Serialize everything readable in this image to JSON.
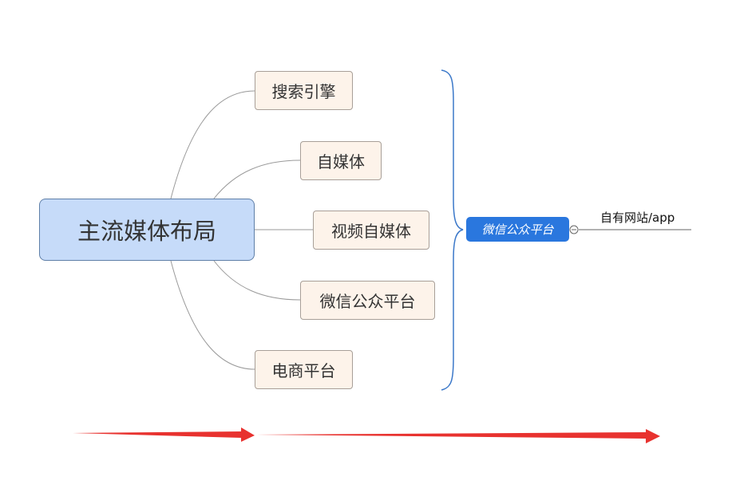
{
  "mindmap": {
    "root": {
      "label": "主流媒体布局"
    },
    "branches": [
      {
        "label": "搜索引擎"
      },
      {
        "label": "自媒体"
      },
      {
        "label": "视频自媒体"
      },
      {
        "label": "微信公众平台"
      },
      {
        "label": "电商平台"
      }
    ],
    "summary": {
      "label": "微信公众平台"
    },
    "summary_child": {
      "label": "自有网站/app"
    }
  },
  "colors": {
    "root_fill": "#c6dbf9",
    "branch_fill": "#fdf3ea",
    "summary_fill": "#2a77de",
    "brace": "#3b78c9",
    "arrow": "#e8322f"
  }
}
